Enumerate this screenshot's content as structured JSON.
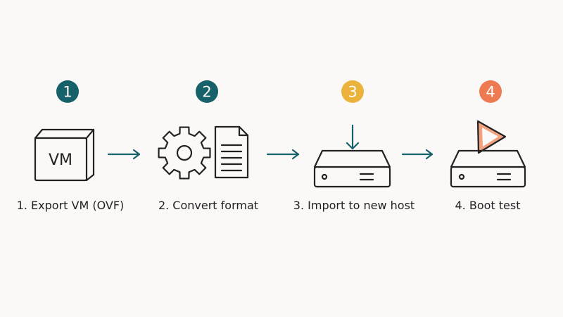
{
  "colors": {
    "teal": "#17616a",
    "amber": "#ebb33b",
    "coral": "#ee7a52",
    "ink": "#222222",
    "background": "#fbf9f7"
  },
  "steps": [
    {
      "number": "1",
      "label": "1. Export VM (OVF)",
      "icon": "vm-cube-icon",
      "badge_color": "#17616a"
    },
    {
      "number": "2",
      "label": "2. Convert format",
      "icon": "gear-and-document-icon",
      "badge_color": "#17616a"
    },
    {
      "number": "3",
      "label": "3. Import to new host",
      "icon": "server-with-down-arrow-icon",
      "badge_color": "#ebb33b"
    },
    {
      "number": "4",
      "label": "4. Boot test",
      "icon": "server-with-play-icon",
      "badge_color": "#ee7a52"
    }
  ],
  "vm_box_text": "VM"
}
